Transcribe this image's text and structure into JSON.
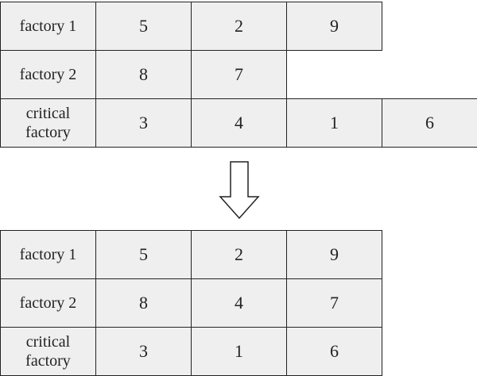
{
  "top_table": {
    "rows": [
      {
        "label": "factory 1",
        "values": [
          "5",
          "2",
          "9"
        ]
      },
      {
        "label": "factory 2",
        "values": [
          "8",
          "7"
        ]
      },
      {
        "label": "critical\nfactory",
        "values": [
          "3",
          "4",
          "1",
          "6"
        ]
      }
    ]
  },
  "bottom_table": {
    "rows": [
      {
        "label": "factory 1",
        "values": [
          "5",
          "2",
          "9"
        ]
      },
      {
        "label": "factory 2",
        "values": [
          "8",
          "4",
          "7"
        ]
      },
      {
        "label": "critical\nfactory",
        "values": [
          "3",
          "1",
          "6"
        ]
      }
    ]
  },
  "arrow": {
    "icon": "down-arrow-icon",
    "direction": "down"
  },
  "colors": {
    "cell_fill": "#efefef",
    "border": "#222222",
    "text": "#222222"
  }
}
